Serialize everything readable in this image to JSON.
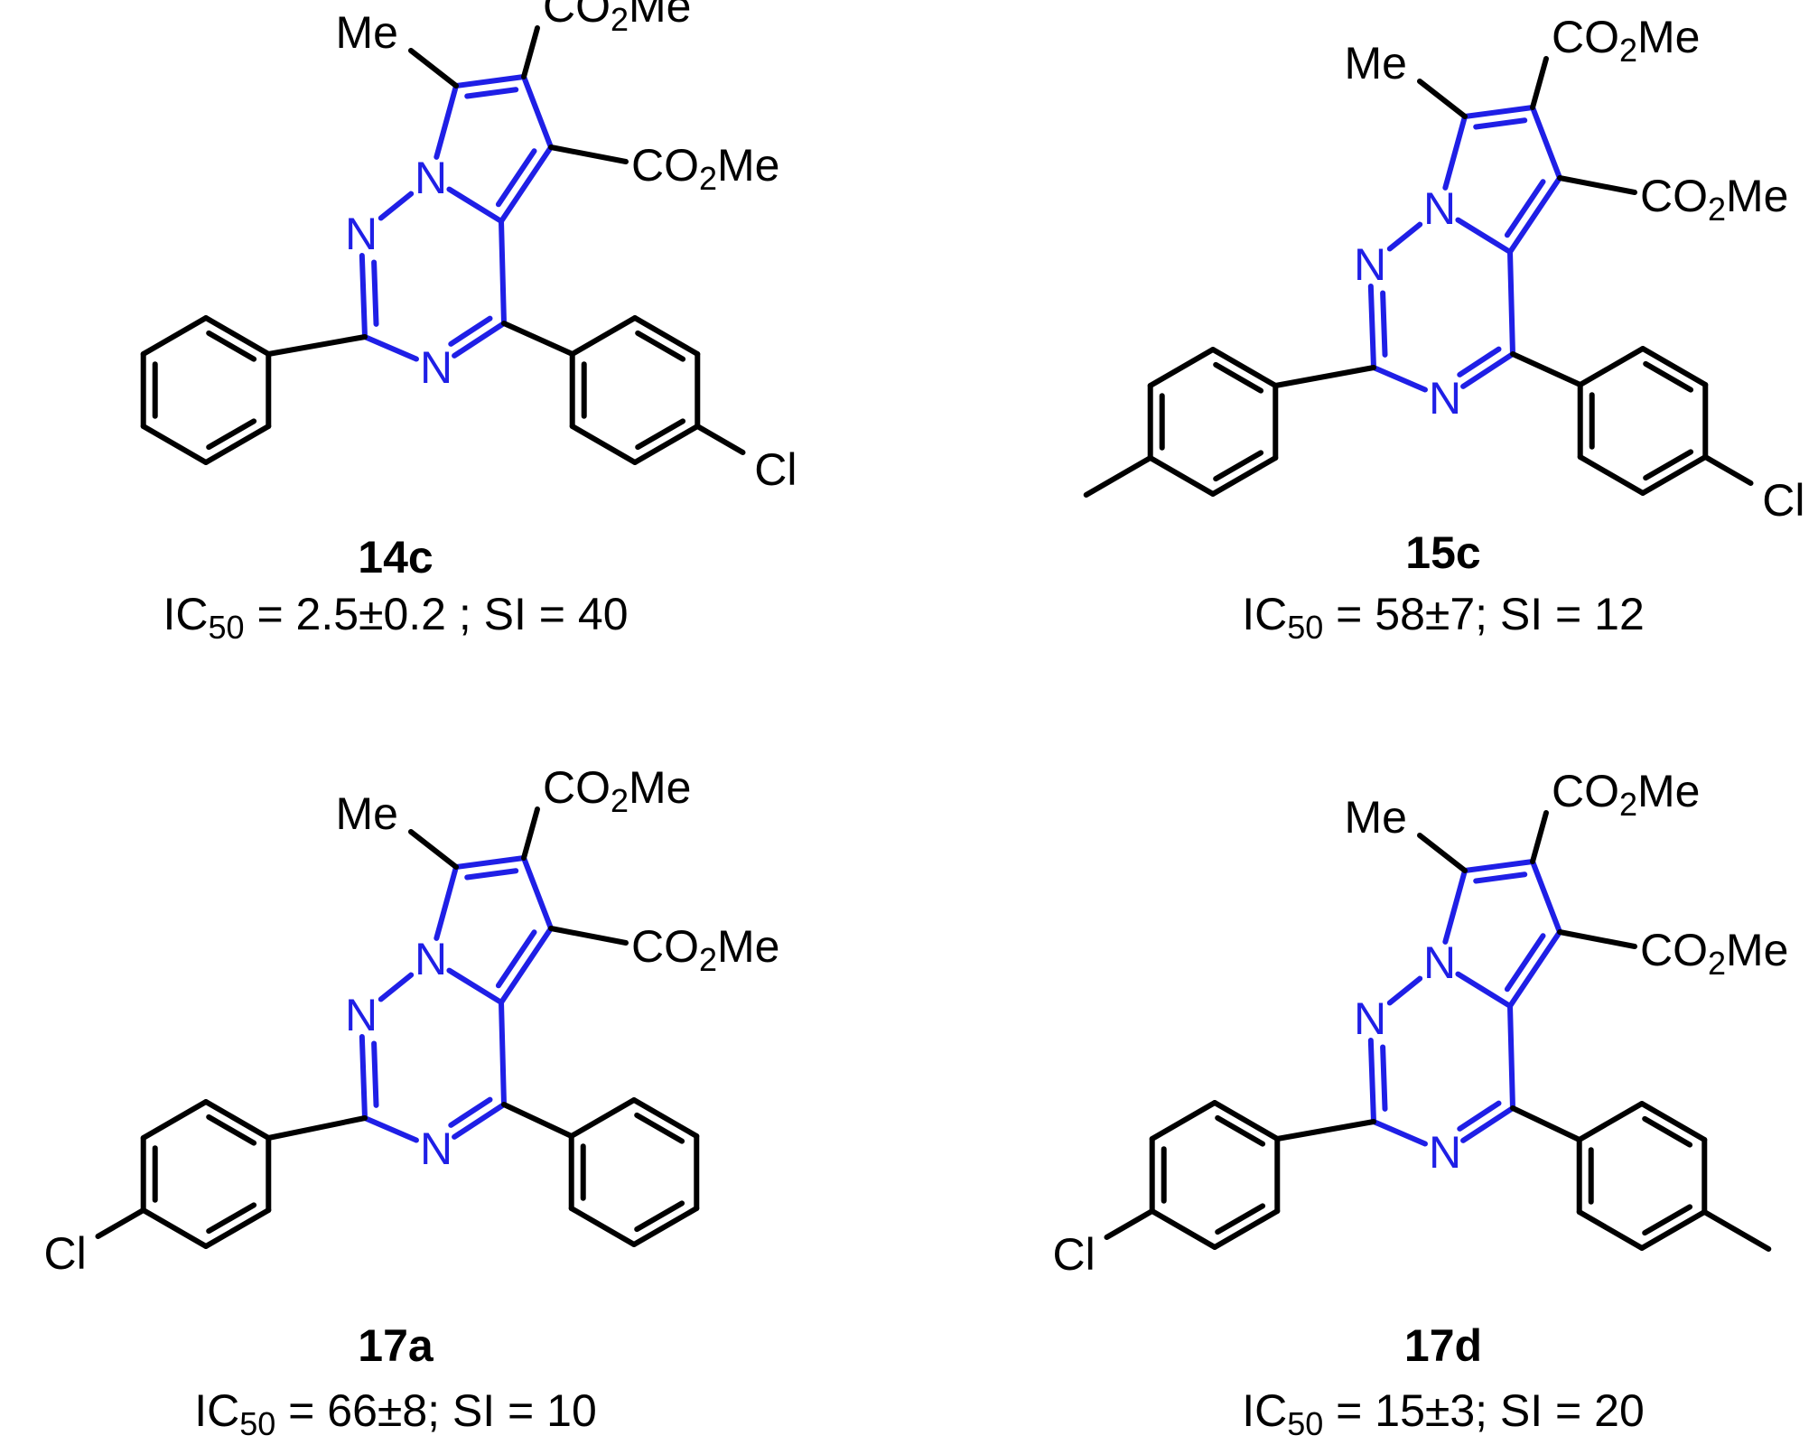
{
  "colors": {
    "core": "#1f1fe6",
    "bond": "#000000",
    "text": "#000000"
  },
  "labels": {
    "methyl": "Me",
    "ester": "CO",
    "ester_subscript": "2",
    "ester_suffix": "Me",
    "nitrogen": "N",
    "chlorine": "Cl",
    "ic50_prefix": "IC",
    "ic50_subscript": "50"
  },
  "compounds": [
    {
      "id": "14c",
      "ic50": "= 2.5±0.2 ; SI = 40",
      "ring_a": "Ph",
      "ring_b": "4-ClC6H4"
    },
    {
      "id": "15c",
      "ic50": "= 58±7; SI = 12",
      "ring_a": "4-MeC6H4",
      "ring_b": "4-ClC6H4"
    },
    {
      "id": "17a",
      "ic50": "= 66±8; SI = 10",
      "ring_a": "4-ClC6H4",
      "ring_b": "Ph"
    },
    {
      "id": "17d",
      "ic50": "= 15±3; SI = 20",
      "ring_a": "4-ClC6H4",
      "ring_b": "4-MeC6H4"
    }
  ]
}
